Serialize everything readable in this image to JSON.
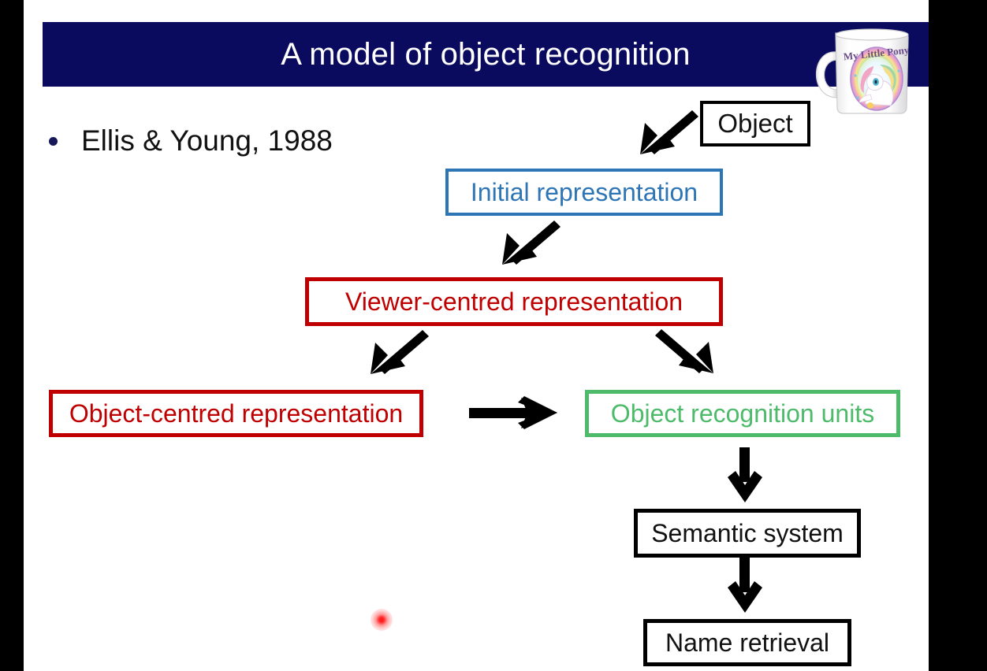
{
  "slide": {
    "title": "A model of object recognition",
    "title_bg_color": "#0A0A5E",
    "title_text_color": "#FFFFFF",
    "bullet": {
      "text": "Ellis & Young, 1988",
      "bullet_color": "#161659"
    }
  },
  "image": {
    "name": "my-little-pony-mug",
    "caption_on_mug": "My Little Pony"
  },
  "diagram": {
    "nodes": [
      {
        "id": "object",
        "label": "Object",
        "border_color": "#000000",
        "text_color": "#111111"
      },
      {
        "id": "initial",
        "label": "Initial representation",
        "border_color": "#2E75B6",
        "text_color": "#2E75B6"
      },
      {
        "id": "viewer",
        "label": "Viewer-centred representation",
        "border_color": "#C00000",
        "text_color": "#C00000"
      },
      {
        "id": "objcentred",
        "label": "Object-centred representation",
        "border_color": "#C00000",
        "text_color": "#C00000"
      },
      {
        "id": "oru",
        "label": "Object recognition units",
        "border_color": "#4EBB6B",
        "text_color": "#4EBB6B"
      },
      {
        "id": "semantic",
        "label": "Semantic system",
        "border_color": "#000000",
        "text_color": "#111111"
      },
      {
        "id": "name",
        "label": "Name retrieval",
        "border_color": "#000000",
        "text_color": "#111111"
      }
    ],
    "edges": [
      {
        "from": "object",
        "to": "initial",
        "direction": "down-left"
      },
      {
        "from": "initial",
        "to": "viewer",
        "direction": "down-left"
      },
      {
        "from": "viewer",
        "to": "objcentred",
        "direction": "down-left"
      },
      {
        "from": "viewer",
        "to": "oru",
        "direction": "down-right"
      },
      {
        "from": "objcentred",
        "to": "oru",
        "direction": "right"
      },
      {
        "from": "oru",
        "to": "semantic",
        "direction": "down"
      },
      {
        "from": "semantic",
        "to": "name",
        "direction": "down"
      }
    ]
  },
  "pointer": {
    "name": "laser-pointer-dot",
    "color": "#FF1010"
  }
}
